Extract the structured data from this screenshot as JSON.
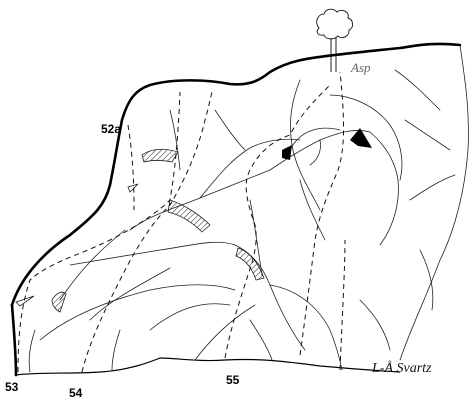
{
  "topo": {
    "tree_label": "Asp",
    "credit": "L-Å Svartz",
    "routes": [
      {
        "label": "52a"
      },
      {
        "label": "53"
      },
      {
        "label": "54"
      },
      {
        "label": "55"
      }
    ]
  }
}
